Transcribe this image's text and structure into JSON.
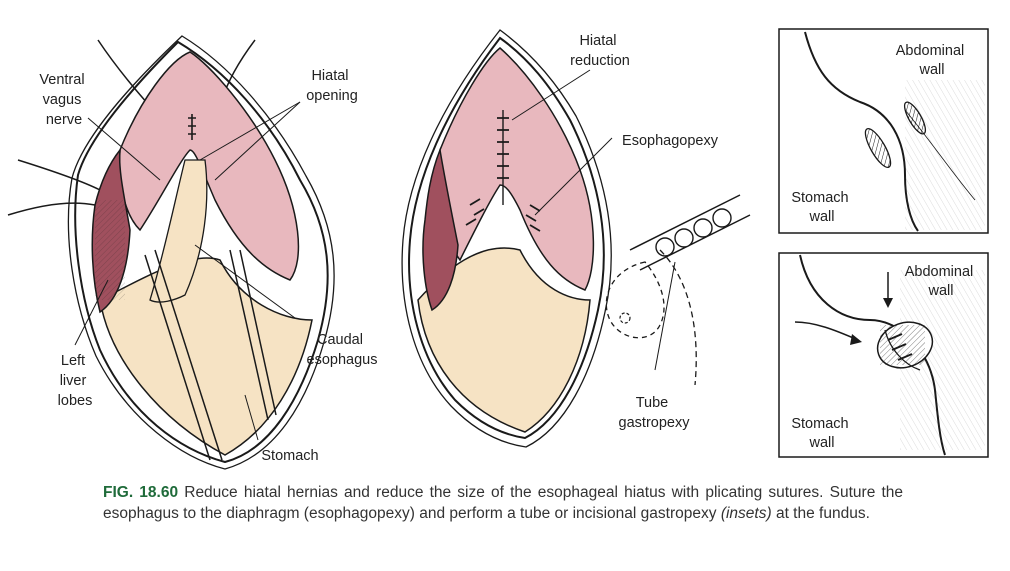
{
  "labels": {
    "ventral_vagus_nerve": [
      "Ventral",
      "vagus",
      "nerve"
    ],
    "hiatal_opening": [
      "Hiatal",
      "opening"
    ],
    "caudal_esophagus": [
      "Caudal",
      "esophagus"
    ],
    "left_liver_lobes": [
      "Left",
      "liver",
      "lobes"
    ],
    "stomach": "Stomach",
    "hiatal_reduction": [
      "Hiatal",
      "reduction"
    ],
    "esophagopexy": "Esophagopexy",
    "tube_gastropexy": [
      "Tube",
      "gastropexy"
    ],
    "inset_top_abdominal_wall": [
      "Abdominal",
      "wall"
    ],
    "inset_top_stomach_wall": [
      "Stomach",
      "wall"
    ],
    "inset_bottom_abdominal_wall": [
      "Abdominal",
      "wall"
    ],
    "inset_bottom_stomach_wall": [
      "Stomach",
      "wall"
    ]
  },
  "caption": {
    "fig_number": "FIG. 18.60",
    "text_before_insets": " Reduce hiatal hernias and reduce the size of the esophageal hiatus with plicating sutures. Suture the esophagus to the diaphragm (esophagopexy) and perform a tube or incisional gastropexy ",
    "insets_word": "(insets)",
    "text_after_insets": " at the fundus."
  },
  "colors": {
    "diaphragm_pink": "#e8b8be",
    "liver_dark": "#a0505e",
    "stomach_cream": "#f6e3c4",
    "line": "#1a1a1a",
    "fig_green": "#1f6b3a"
  }
}
